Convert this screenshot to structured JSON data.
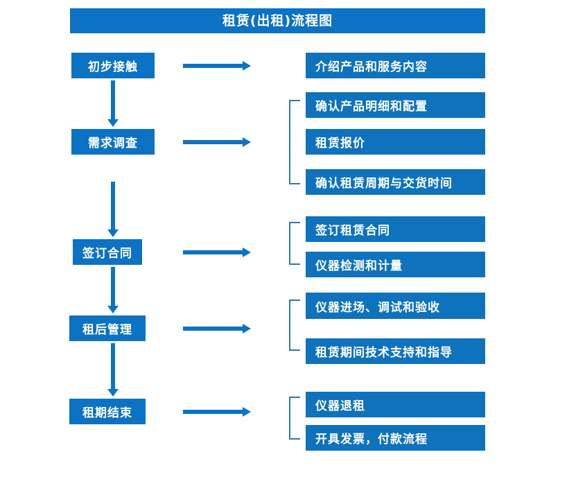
{
  "diagram": {
    "title": "租赁(出租)流程图",
    "colors": {
      "primary_blue": "#0B72C4",
      "box_blue": "#0E72BC",
      "bracket_blue": "#2E75B6",
      "text_white": "#FFFFFF",
      "background": "#FFFFFF"
    },
    "stages": [
      {
        "label": "初步接触"
      },
      {
        "label": "需求调查"
      },
      {
        "label": "签订合同"
      },
      {
        "label": "租后管理"
      },
      {
        "label": "租期结束"
      }
    ],
    "detail_groups": [
      {
        "for_stage": "初步接触",
        "bracket": false,
        "items": [
          {
            "label": "介绍产品和服务内容"
          }
        ]
      },
      {
        "for_stage": "需求调查",
        "bracket": true,
        "items": [
          {
            "label": "确认产品明细和配置"
          },
          {
            "label": "租赁报价"
          },
          {
            "label": "确认租赁周期与交货时间"
          }
        ]
      },
      {
        "for_stage": "签订合同",
        "bracket": true,
        "items": [
          {
            "label": "签订租赁合同"
          },
          {
            "label": "仪器检测和计量"
          }
        ]
      },
      {
        "for_stage": "租后管理",
        "bracket": true,
        "items": [
          {
            "label": "仪器进场、调试和验收"
          },
          {
            "label": "租赁期间技术支持和指导"
          }
        ]
      },
      {
        "for_stage": "租期结束",
        "bracket": true,
        "items": [
          {
            "label": "仪器退租"
          },
          {
            "label": "开具发票，付款流程"
          }
        ]
      }
    ]
  }
}
